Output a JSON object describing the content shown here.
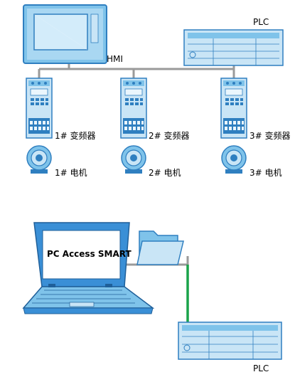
{
  "top_diagram": {
    "hmi_label": "HMI",
    "plc_label": "PLC",
    "drives": [
      {
        "vfd_label": "1# 变频器",
        "motor_label": "1# 电机"
      },
      {
        "vfd_label": "2# 变频器",
        "motor_label": "2# 电机"
      },
      {
        "vfd_label": "3# 变频器",
        "motor_label": "3# 电机"
      }
    ],
    "colors": {
      "bus": "#9a9a9a",
      "device_light": "#c9e5f6",
      "device_mid": "#7fc3ea",
      "device_dark": "#2f7fc0"
    }
  },
  "bottom_diagram": {
    "laptop_screen_text": "PC Access SMART",
    "plc_label": "PLC",
    "colors": {
      "gray_link": "#9a9a9a",
      "green_link": "#1aa34a",
      "laptop_blue": "#3a8fd6"
    }
  }
}
